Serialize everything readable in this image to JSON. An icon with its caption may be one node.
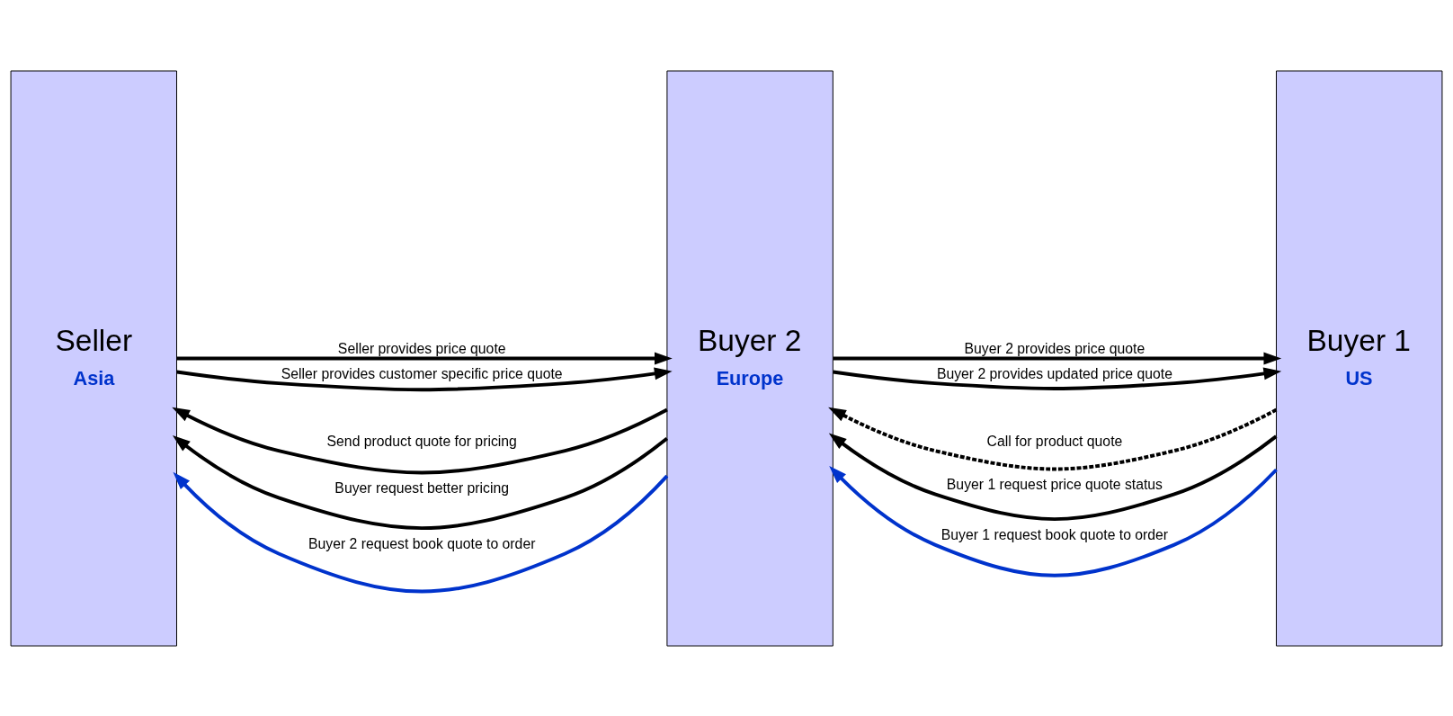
{
  "diagram": {
    "nodes": [
      {
        "text": [
          "Seller",
          "Asia"
        ]
      },
      {
        "text": [
          "Buyer 2",
          "Europe"
        ]
      },
      {
        "text": [
          "Buyer 1",
          "US"
        ]
      }
    ],
    "edges": [
      {
        "from": 2,
        "to": 1,
        "arrow": "to",
        "label": "Call for product quote",
        "style": "dashed"
      },
      {
        "from": 1,
        "to": 0,
        "arrow": "to",
        "label": "Send product quote for pricing"
      },
      {
        "from": 0,
        "to": 1,
        "arrow": "to",
        "label": "Seller provides price quote"
      },
      {
        "from": 2,
        "to": 1,
        "arrow": "to",
        "label": "Buyer 1 request price quote status"
      },
      {
        "from": 1,
        "to": 0,
        "arrow": "to",
        "label": "Buyer request better pricing"
      },
      {
        "from": 1,
        "to": 2,
        "arrow": "to",
        "label": "Buyer 2 provides price quote"
      },
      {
        "from": 0,
        "to": 1,
        "arrow": "to",
        "label": "Seller provides customer specific price quote"
      },
      {
        "from": 1,
        "to": 2,
        "arrow": "to",
        "label": "Buyer 2 provides updated price quote"
      },
      {
        "from": 1,
        "to": 0,
        "arrow": "to",
        "label": "Buyer 2 request book quote to order",
        "color": "#0033cc"
      },
      {
        "from": 2,
        "to": 1,
        "arrow": "to",
        "label": "Buyer 1 request book quote to order",
        "color": "#0033cc"
      }
    ]
  }
}
